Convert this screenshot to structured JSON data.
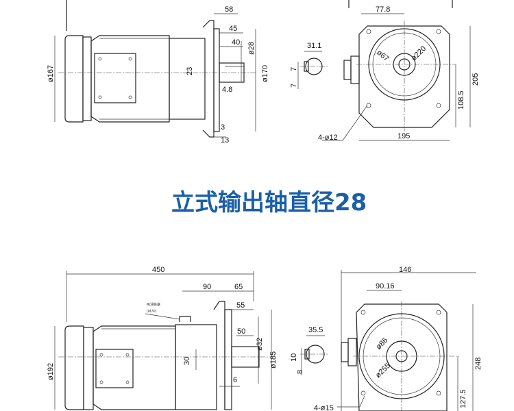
{
  "title": "立式输出轴直径28",
  "view1": {
    "side": {
      "d_167": "ø167",
      "d_170": "ø170",
      "d_28": "ø28",
      "d58": "58",
      "d45": "45",
      "d40": "40",
      "d23": "23",
      "d4_8": "4.8",
      "d3": "3",
      "d13": "13"
    },
    "shaft": {
      "d31_1": "31.1",
      "d7a": "7",
      "d7b": "7"
    },
    "front": {
      "d77_8": "77.8",
      "d67": "ø67",
      "d220": "ø220",
      "d205": "205",
      "d108_5": "108.5",
      "d195": "195",
      "holes": "4-ø12"
    }
  },
  "view2": {
    "side": {
      "d450": "450",
      "d90": "90",
      "d65": "65",
      "d55": "55",
      "d50": "50",
      "d32": "ø32",
      "d185": "ø185",
      "d192": "ø192",
      "d30": "30",
      "d6": "6",
      "label_line1": "吸油铁塞",
      "label_line2": "(M7P)"
    },
    "shaft": {
      "d35_5": "35.5",
      "d10": "10",
      "d8": "8"
    },
    "front": {
      "d146": "146",
      "d90_16": "90.16",
      "d86": "ø86",
      "d255": "ø255",
      "d248": "248",
      "d127_5": "127.5",
      "holes": "4-ø15"
    }
  }
}
